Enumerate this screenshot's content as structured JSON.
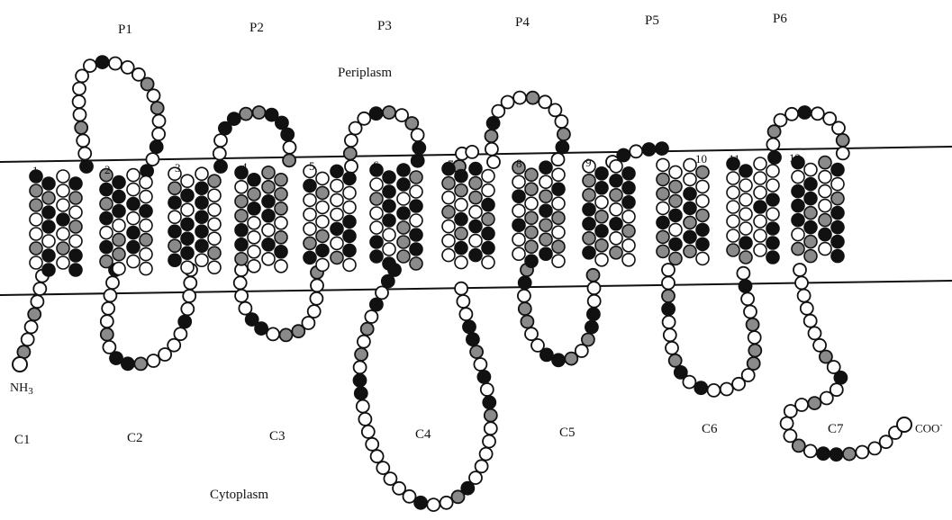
{
  "periplasm_label": "Periplasm",
  "cytoplasm_label": "Cytoplasm",
  "n_terminus": {
    "base": "NH",
    "sub": "3"
  },
  "c_terminus": "COO",
  "periplasmic_loops": [
    "P1",
    "P2",
    "P3",
    "P4",
    "P5",
    "P6"
  ],
  "cytoplasmic_loops": [
    "C1",
    "C2",
    "C3",
    "C4",
    "C5",
    "C6",
    "C7"
  ],
  "helices": [
    "1",
    "2",
    "3",
    "4",
    "5",
    "6",
    "7",
    "8",
    "9",
    "10",
    "11",
    "12"
  ],
  "legend_colors": {
    "hydrophobic": "#111111",
    "neutral": "#8a8a8a",
    "hydrophilic": "#ffffff",
    "outline": "#111111"
  }
}
